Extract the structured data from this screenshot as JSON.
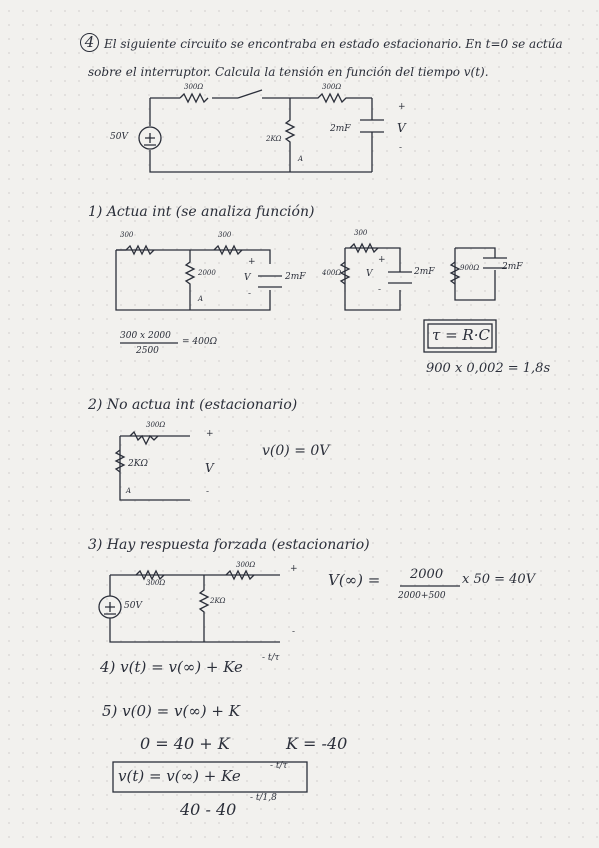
{
  "problem": {
    "number": "4",
    "statement_line1": "El siguiente circuito se encontraba en estado estacionario. En t=0 se actúa",
    "statement_line2": "sobre el interruptor. Calcula la tensión en función del tiempo v(t)."
  },
  "main_circuit": {
    "r1": "300Ω",
    "r2": "300Ω",
    "r3": "2KΩ",
    "source": "50V",
    "cap": "2mF",
    "plus": "+",
    "v": "V",
    "minus": "-",
    "current": "A"
  },
  "step1": {
    "heading": "1) Actua int (se analiza función)",
    "c1": {
      "r1": "300",
      "r2": "300",
      "r3": "2000",
      "cap": "2mF",
      "v": "V",
      "plus": "+",
      "minus": "-",
      "current": "A"
    },
    "c2": {
      "r1": "300",
      "r2": "400Ω",
      "cap": "2mF",
      "v": "V",
      "plus": "+",
      "minus": "-"
    },
    "c3": {
      "r": "900Ω",
      "cap": "2mF"
    },
    "parallel_num": "300 x 2000",
    "parallel_den": "2500",
    "parallel_result": "= 400Ω",
    "tau_formula": "τ = R·C",
    "tau_value": "900 x 0,002 = 1,8s"
  },
  "step2": {
    "heading": "2) No actua int (estacionario)",
    "r1": "300Ω",
    "r2": "2KΩ",
    "plus": "+",
    "v": "V",
    "minus": "-",
    "current": "A",
    "result": "v(0) = 0V"
  },
  "step3": {
    "heading": "3) Hay respuesta forzada (estacionario)",
    "r1": "300Ω",
    "r2": "300Ω",
    "r3": "2KΩ",
    "source": "50V",
    "plus": "+",
    "minus": "-",
    "lhs": "V(∞) =",
    "num": "2000",
    "den": "2000+500",
    "rhs": "x 50 = 40V"
  },
  "step4": {
    "text": "4) v(t) = v(∞) + Ke",
    "exp": "- t/τ"
  },
  "step5": {
    "line1": "5) v(0) = v(∞) + K",
    "line2a": "0 = 40 + K",
    "line2b": "K = -40",
    "boxed": "v(t) = v(∞) + Ke",
    "boxed_exp": "- t/τ",
    "final": "40 - 40",
    "final_exp": "- t/1,8"
  }
}
